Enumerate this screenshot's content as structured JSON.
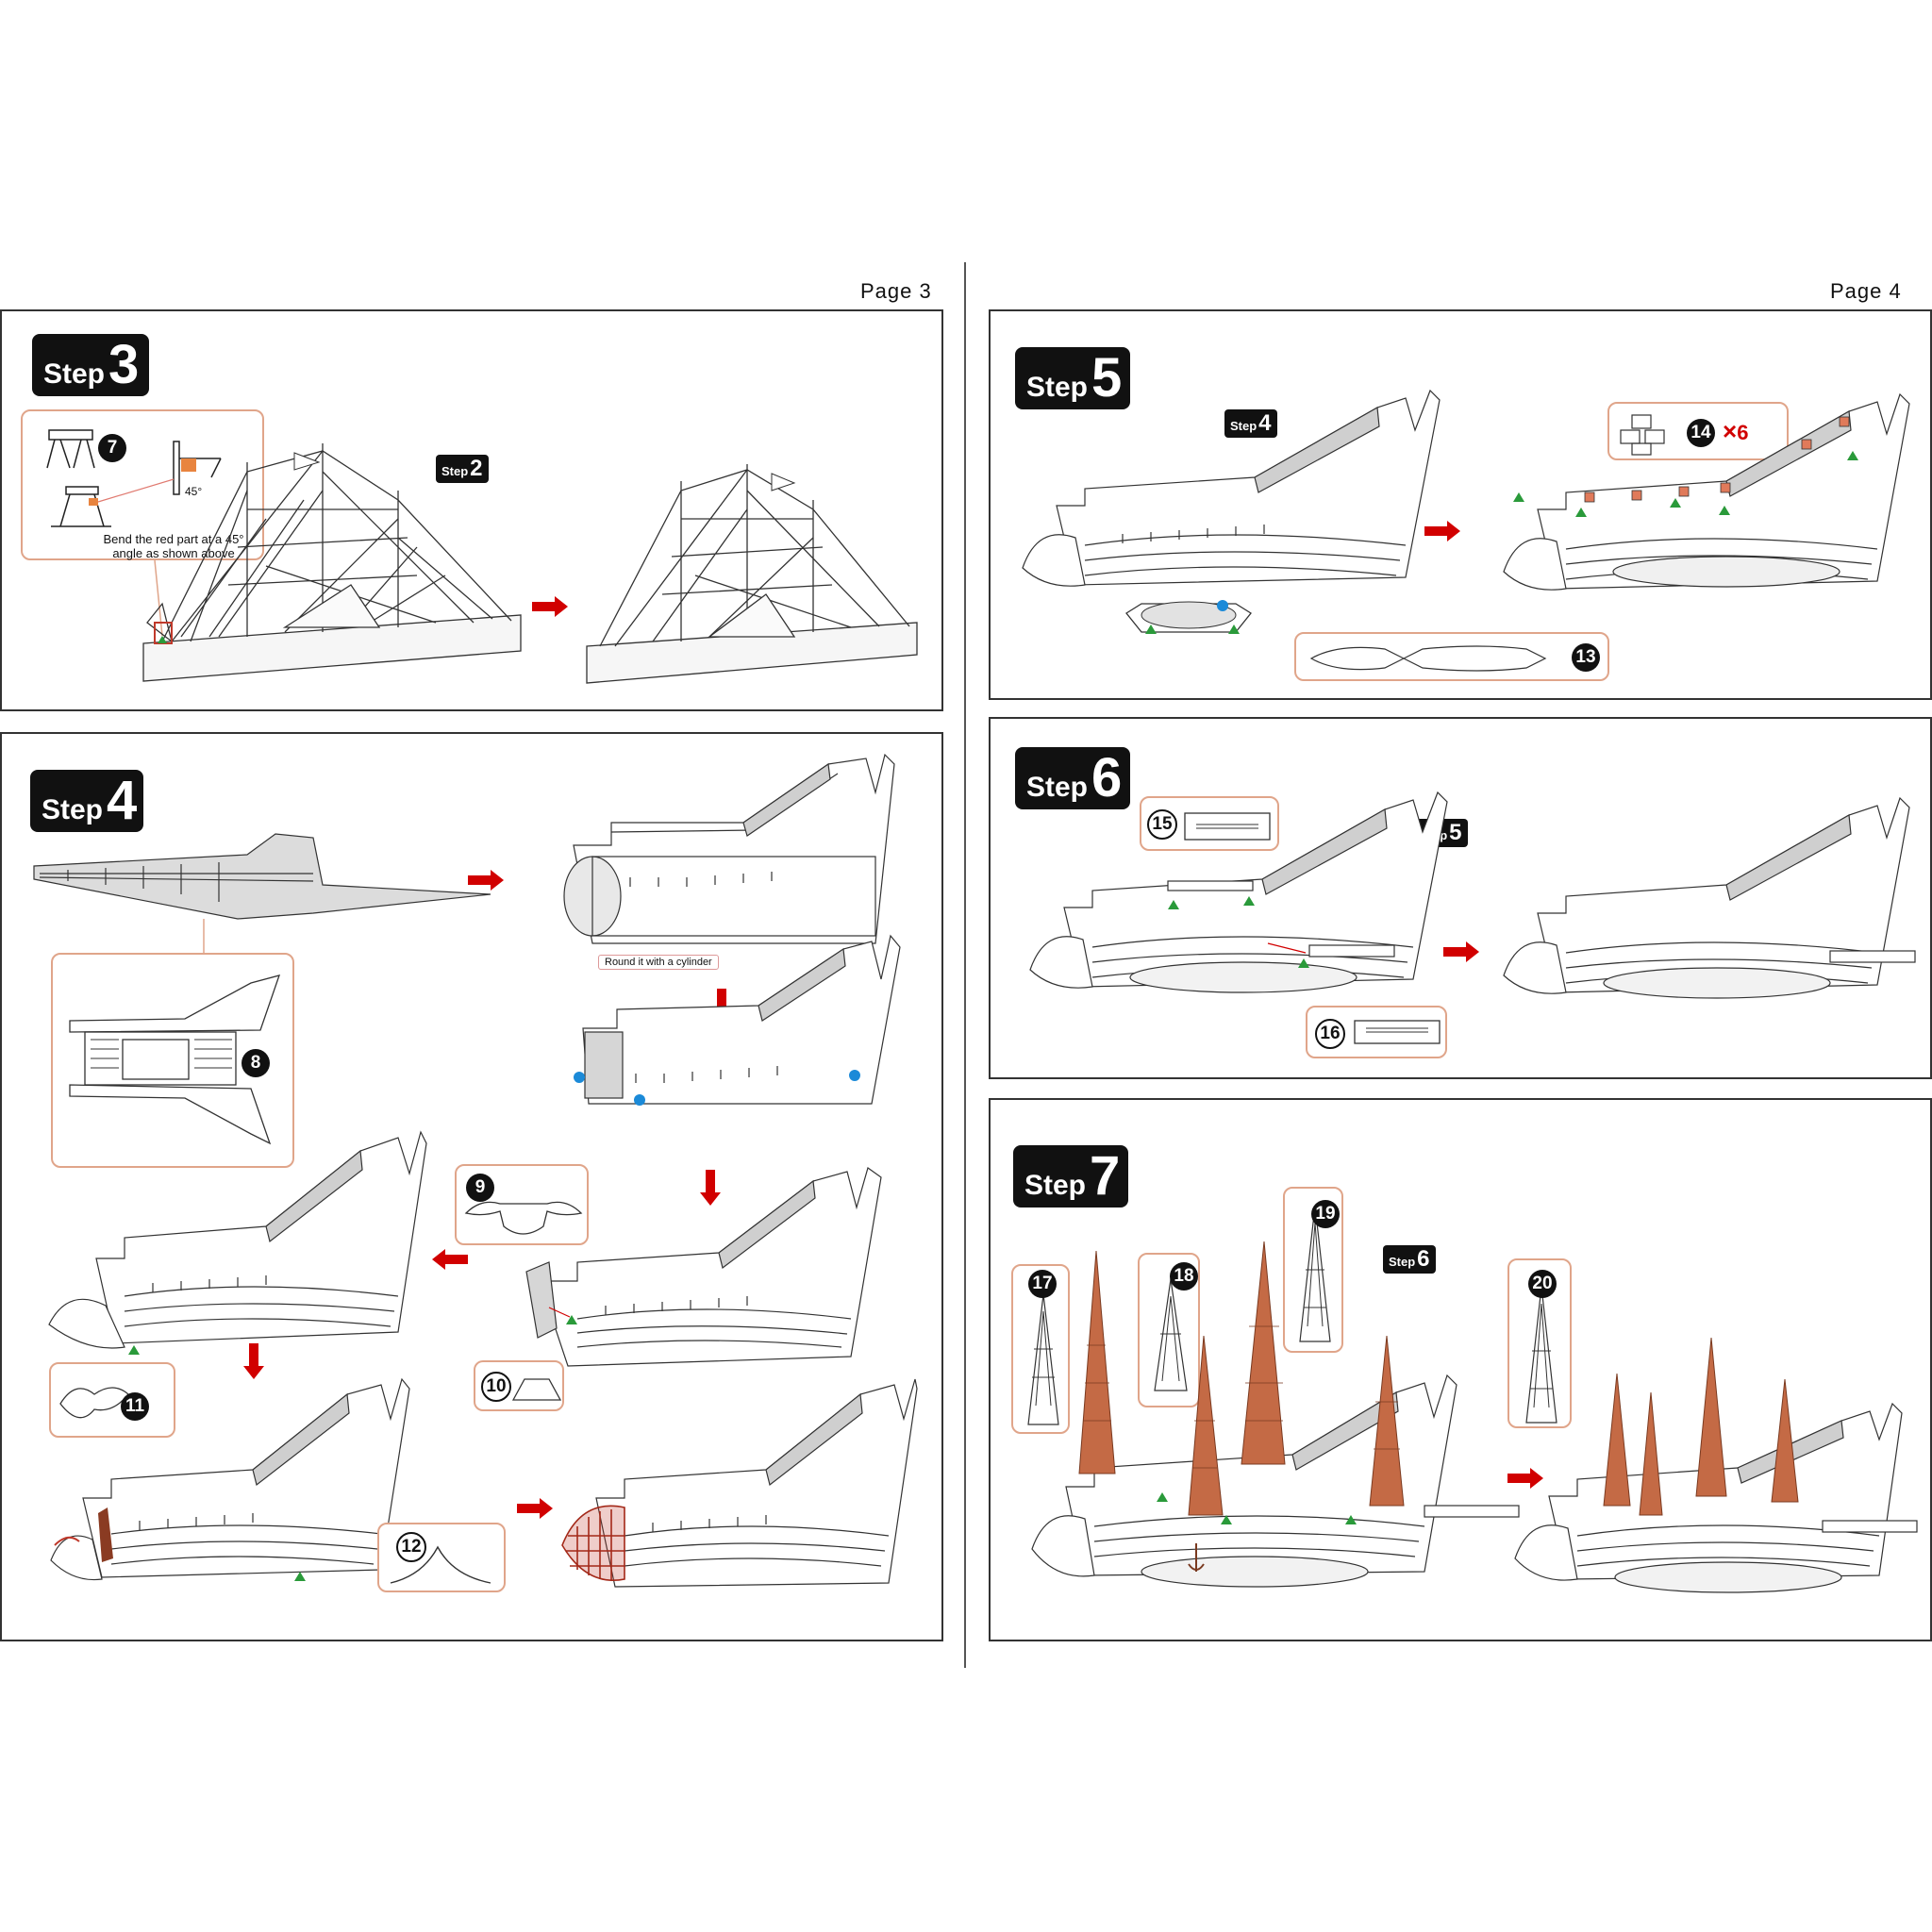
{
  "pages": {
    "left_label": "Page 3",
    "right_label": "Page 4"
  },
  "steps": {
    "s3": {
      "word": "Step",
      "num": "3"
    },
    "s4": {
      "word": "Step",
      "num": "4"
    },
    "s5": {
      "word": "Step",
      "num": "5"
    },
    "s6": {
      "word": "Step",
      "num": "6"
    },
    "s7": {
      "word": "Step",
      "num": "7"
    }
  },
  "refs": {
    "step2": {
      "word": "Step",
      "num": "2"
    },
    "step4": {
      "word": "Step",
      "num": "4"
    },
    "step5": {
      "word": "Step",
      "num": "5"
    },
    "step6": {
      "word": "Step",
      "num": "6"
    }
  },
  "parts": {
    "p7": "7",
    "p8": "8",
    "p9": "9",
    "p10": "10",
    "p11": "11",
    "p12": "12",
    "p13": "13",
    "p14": "14",
    "p15": "15",
    "p16": "16",
    "p17": "17",
    "p18": "18",
    "p19": "19",
    "p20": "20"
  },
  "notes": {
    "angle": "45°",
    "bend_line1": "Bend the red part at a 45°",
    "bend_line2": "angle as shown above",
    "round_cylinder": "Round it with a cylinder",
    "qty_symbol": "×",
    "qty_value": "6"
  },
  "colors": {
    "accent_red": "#d10000",
    "callout_border": "#e0a58a",
    "copper": "#b5603a",
    "green_marker": "#2a9a3a",
    "blue_marker": "#1b8ad8"
  }
}
